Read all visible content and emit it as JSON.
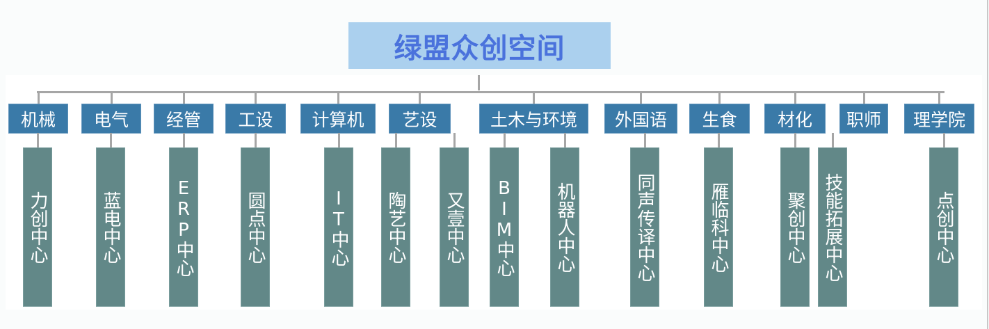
{
  "title": "绿盟众创空间",
  "departments": [
    {
      "name": "机械",
      "centers": [
        "力创中心"
      ]
    },
    {
      "name": "电气",
      "centers": [
        "蓝电中心"
      ]
    },
    {
      "name": "经管",
      "centers": [
        "ERP中心"
      ]
    },
    {
      "name": "工设",
      "centers": [
        "圆点中心"
      ]
    },
    {
      "name": "计算机",
      "centers": [
        "IT中心"
      ]
    },
    {
      "name": "艺设",
      "centers": [
        "陶艺中心",
        "又壹中心"
      ]
    },
    {
      "name": "土木与环境",
      "centers": [
        "BIM中心",
        "机器人中心"
      ]
    },
    {
      "name": "外国语",
      "centers": [
        "同声传译中心"
      ]
    },
    {
      "name": "生食",
      "centers": [
        "雁临科中心"
      ]
    },
    {
      "name": "材化",
      "centers": [
        "聚创中心"
      ]
    },
    {
      "name": "职师",
      "centers": [
        "技能拓展中心"
      ]
    },
    {
      "name": "理学院",
      "centers": [
        "点创中心"
      ]
    }
  ],
  "colors": {
    "title_bg": "#abd0ee",
    "title_text": "#4a72dc",
    "dept_bg": "#3a7aa8",
    "center_bg": "#628888",
    "connector": "#a6a6a6"
  }
}
